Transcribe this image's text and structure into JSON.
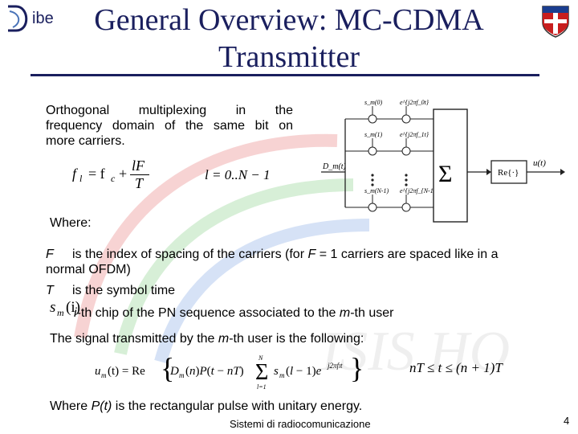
{
  "header": {
    "logo_text": "ibe",
    "title_line1": "General Overview: MC-CDMA",
    "title_line2": "Transmitter"
  },
  "intro": {
    "line1_words": [
      "Orthogonal",
      "multiplexing",
      "in",
      "the"
    ],
    "line2": "frequency domain of the same bit on",
    "line3": "more carriers."
  },
  "formulas": {
    "fl_lhs": "f",
    "fl_sub": "l",
    "fl_eq": "= f",
    "fc_sub": "c",
    "fl_plus": "+",
    "frac_num": "lF",
    "frac_den": "T",
    "range": "l = 0..N − 1"
  },
  "diagram": {
    "coef_labels": [
      "s_m(0)",
      "s_m(1)",
      "s_m(N-1)"
    ],
    "exp_labels": [
      "e^{j2πf_0t}",
      "e^{j2πf_1t}",
      "e^{j2πf_{N-1}t}"
    ],
    "input_label": "D_m(t)",
    "sum_symbol": "Σ",
    "re_label": "Re{·}",
    "output_label": "u(t)"
  },
  "definitions": {
    "where_label": "Where:",
    "f_symbol": "F",
    "f_text_a": "is the index of spacing of the carriers (for ",
    "f_text_italic": "F",
    "f_text_b": " = 1 carriers are spaced like in a",
    "f_text_line2": "normal OFDM)",
    "t_symbol": "T",
    "t_text": "is the symbol time",
    "sm_symbol": "s",
    "sm_sub": "m",
    "sm_arg": "(i)",
    "sm_text_a": "i",
    "sm_text_b": "-th chip of the PN sequence associated to the ",
    "sm_text_italic": "m",
    "sm_text_c": "-th user"
  },
  "signal": {
    "sentence_a": "The signal transmitted by the ",
    "sentence_italic": "m",
    "sentence_b": "-th user is the following:",
    "equation_lhs": "u",
    "equation_body": "(t) = Re",
    "equation_right": "nT ≤ t ≤ (n + 1)T"
  },
  "footer": {
    "where_a": "Where ",
    "where_italic": "P(t)",
    "where_b": " is the rectangular pulse with unitary energy.",
    "course": "Sistemi di radiocomunicazione",
    "page_number": "4"
  },
  "colors": {
    "title": "#1a1f5e",
    "watermark_red": "#f3b3b3",
    "watermark_green": "#bfe5bf",
    "watermark_blue": "#b9cdee"
  }
}
